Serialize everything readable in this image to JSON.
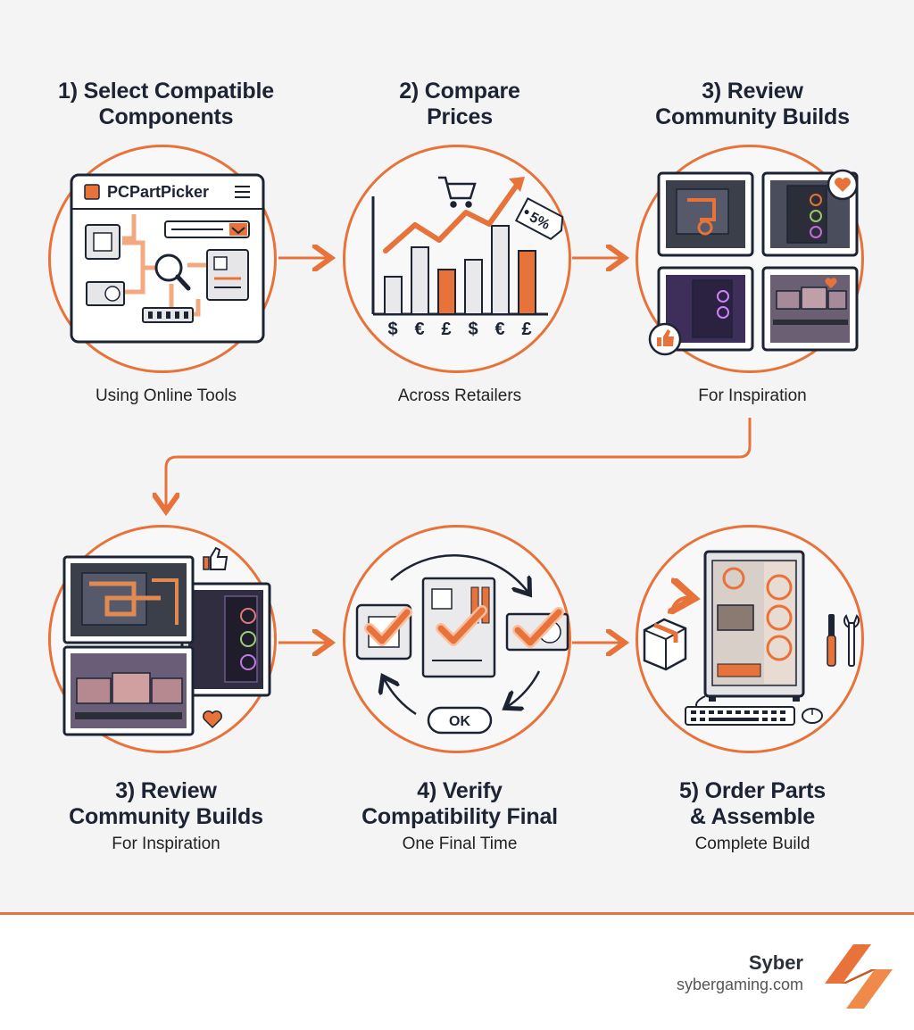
{
  "steps": [
    {
      "title": "1) Select Compatible\nComponents",
      "subtitle": "Using Online Tools"
    },
    {
      "title": "2) Compare\nPrices",
      "subtitle": "Across Retailers"
    },
    {
      "title": "3) Review\nCommunity Builds",
      "subtitle": "For Inspiration"
    },
    {
      "title": "3) Review\nCommunity Builds",
      "subtitle": "For Inspiration"
    },
    {
      "title": "4) Verify\nCompatibility Final",
      "subtitle": "One Final Time"
    },
    {
      "title": "5) Order Parts\n& Assemble",
      "subtitle": "Complete Build"
    }
  ],
  "tool_window": {
    "app_name": "PCPartPicker"
  },
  "price_chart": {
    "currency_symbols": [
      "$",
      "€",
      "£",
      "$",
      "€",
      "£"
    ],
    "tag_text": "5%"
  },
  "verify": {
    "ok_label": "OK"
  },
  "brand": {
    "name": "Syber",
    "url": "sybergaming.com"
  },
  "colors": {
    "accent": "#e8733a",
    "text": "#1c2434",
    "background": "#f4f4f5"
  },
  "icons": [
    "cpu-icon",
    "gpu-icon",
    "ram-icon",
    "motherboard-icon",
    "magnifier-icon",
    "menu-icon",
    "shopping-cart-icon",
    "price-tag-icon",
    "heart-icon",
    "thumbs-up-icon",
    "check-icon",
    "box-icon",
    "screwdriver-icon",
    "wrench-icon",
    "keyboard-icon",
    "mouse-icon"
  ]
}
